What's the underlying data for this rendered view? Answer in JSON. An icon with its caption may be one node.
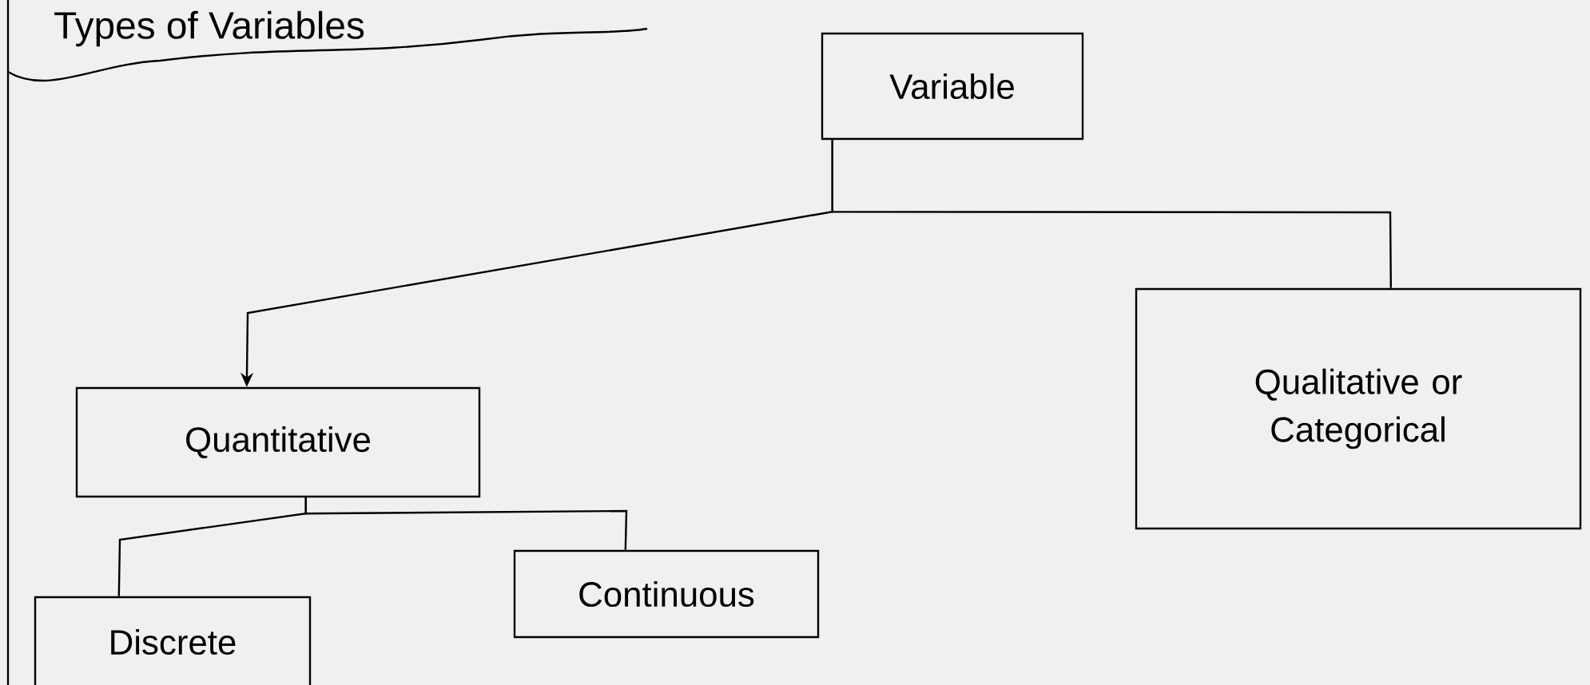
{
  "diagram": {
    "title": "Types of Variables",
    "nodes": [
      {
        "text": [
          "Variable"
        ]
      },
      {
        "text": [
          "Quantitative"
        ]
      },
      {
        "text": [
          "Qualitative or Categorical"
        ]
      },
      {
        "text": [
          "Discrete"
        ]
      },
      {
        "text": [
          "Continuous"
        ]
      }
    ],
    "edges": [
      {
        "from": 0,
        "to": 1,
        "arrow": "to"
      },
      {
        "from": 0,
        "to": 2,
        "arrow": "none"
      },
      {
        "from": 1,
        "to": 3,
        "arrow": "none"
      },
      {
        "from": 1,
        "to": 4,
        "arrow": "none"
      }
    ]
  }
}
